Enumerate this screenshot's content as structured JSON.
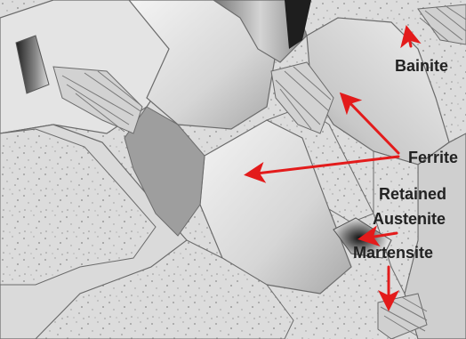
{
  "labels": {
    "bainite": "Bainite",
    "ferrite": "Ferrite",
    "retained_line1": "Retained",
    "retained_line2": "Austenite",
    "martensite": "Martensite"
  },
  "colors": {
    "arrow": "#e31b1b",
    "label": "#222222",
    "grain_light": "#e6e6e6",
    "grain_mid": "#bdbdbd",
    "speckled": "#d9d9d9",
    "boundary": "#6b6b6b"
  },
  "phases": [
    "bainite",
    "ferrite",
    "retained-austenite",
    "martensite"
  ]
}
